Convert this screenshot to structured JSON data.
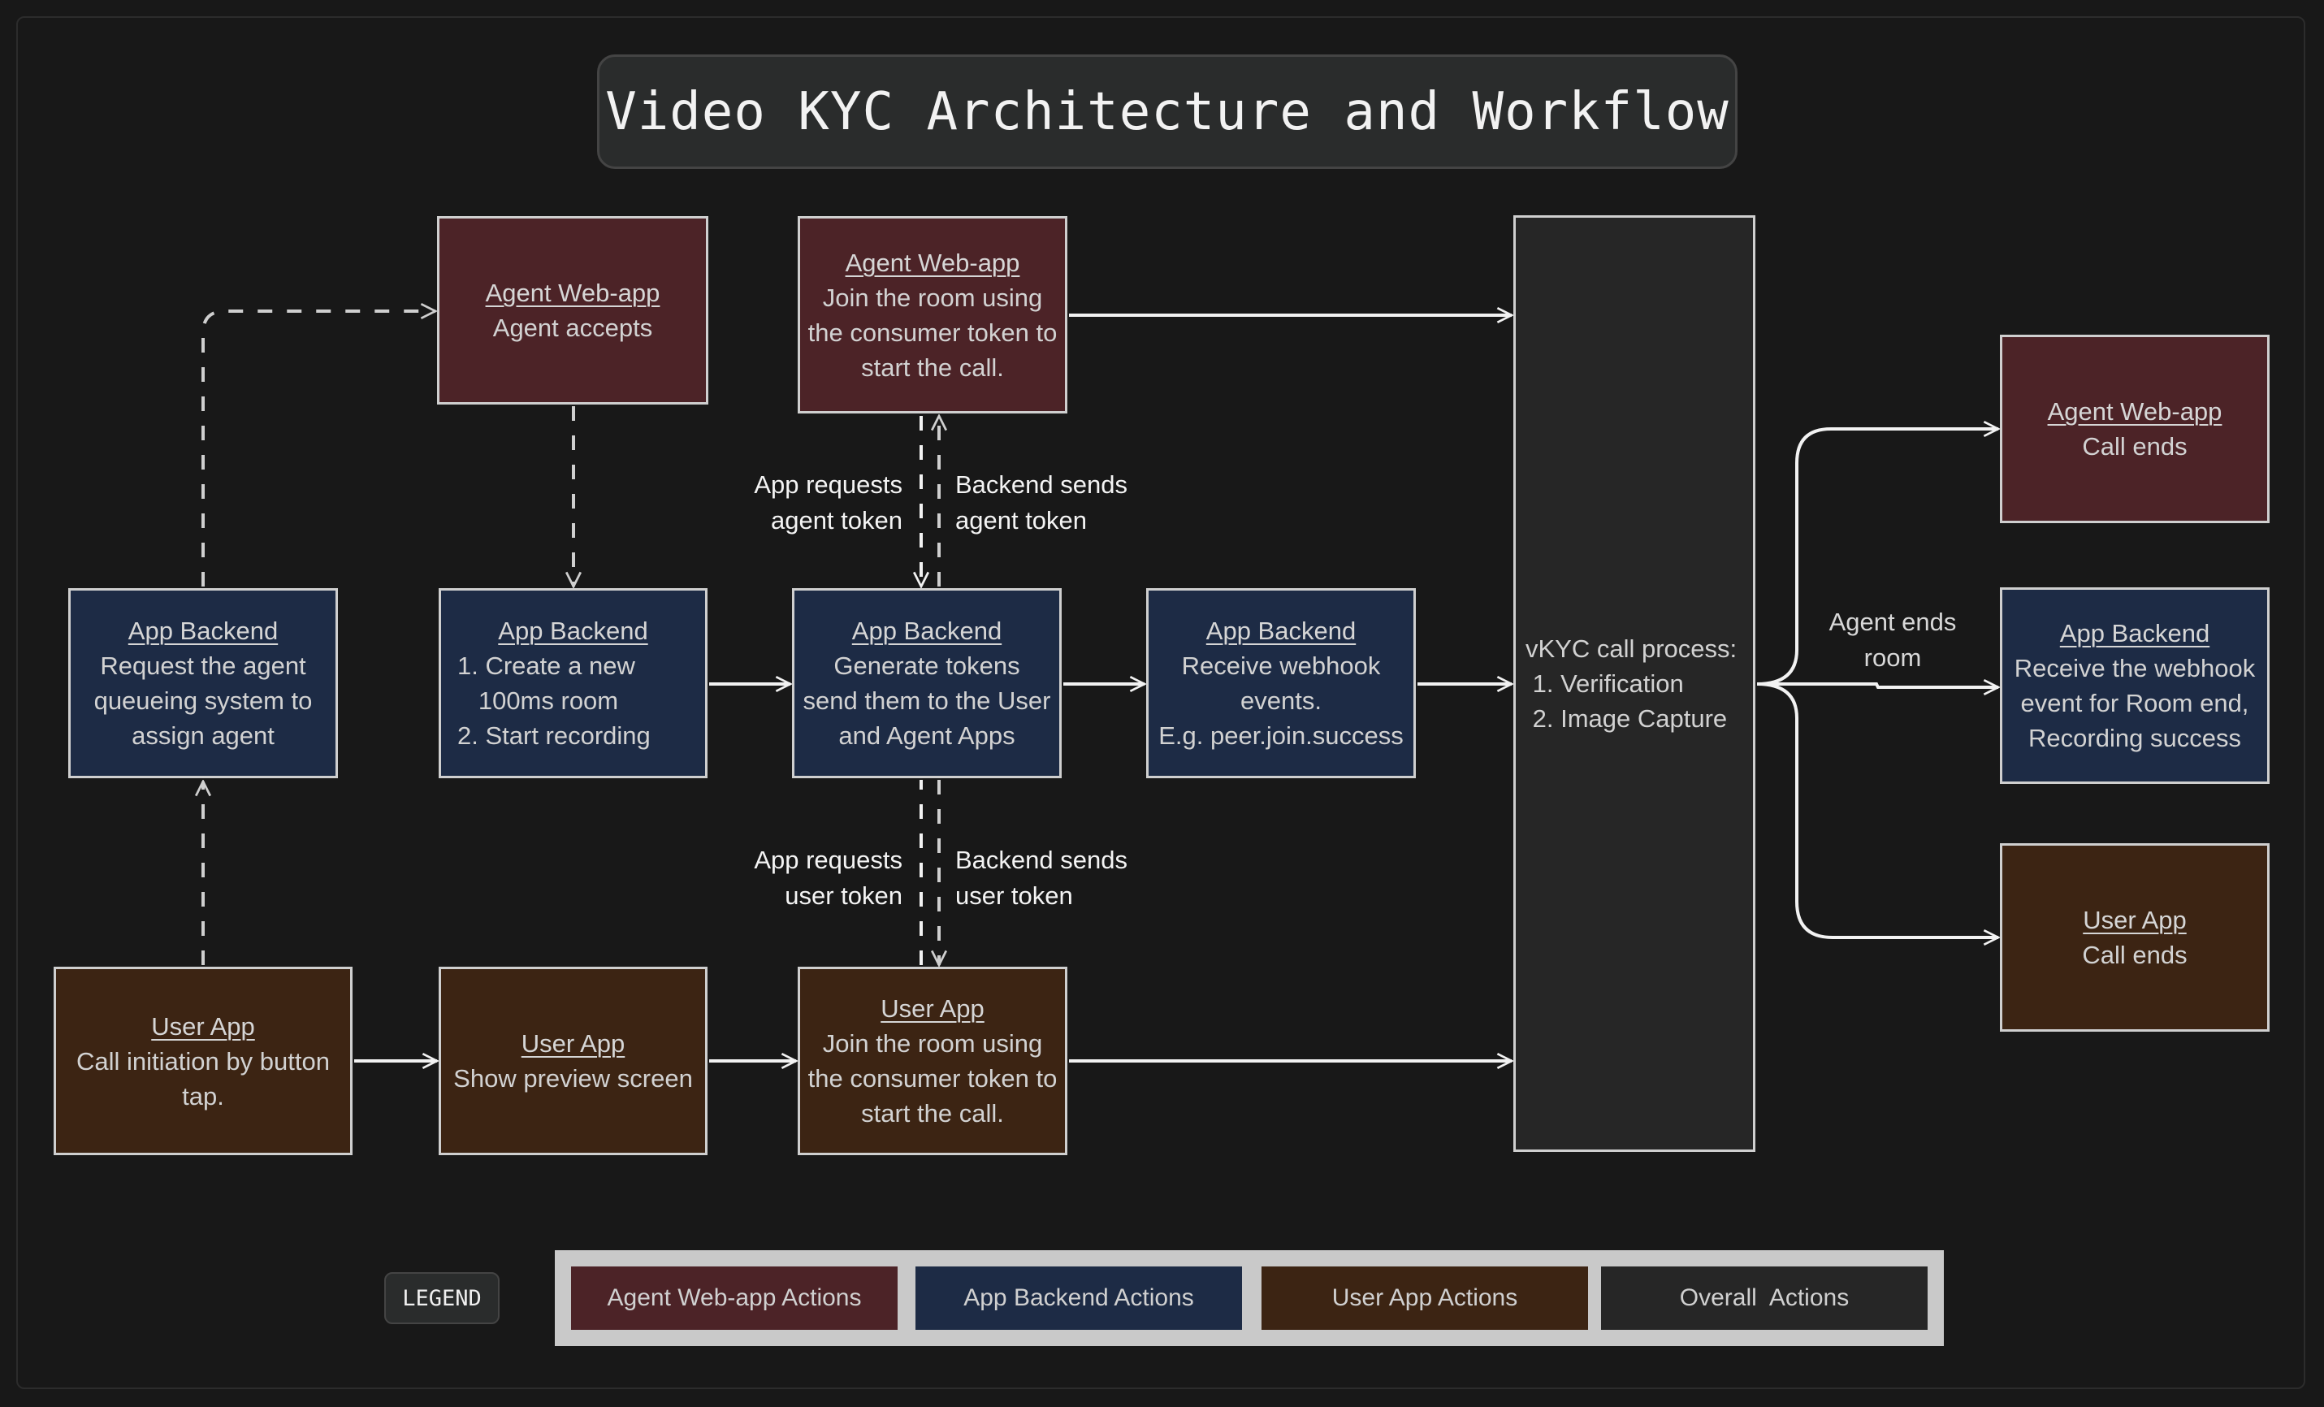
{
  "title": "Video KYC Architecture and Workflow",
  "colors": {
    "background": "#181818",
    "agent_web_app": "#4c2327",
    "app_backend": "#1d2b45",
    "user_app": "#3c2413",
    "overall": "#262626",
    "stroke": "#cfcfcf",
    "legend_frame": "#c9c9c9"
  },
  "nodes": {
    "agent_accepts": {
      "actor": "Agent Web-app",
      "lines": [
        "Agent accepts"
      ]
    },
    "agent_join": {
      "actor": "Agent Web-app",
      "lines": [
        "Join the room using",
        "the consumer token to",
        "start the call."
      ]
    },
    "backend_request_agent": {
      "actor": "App Backend",
      "lines": [
        "Request the agent",
        "queueing system to",
        "assign agent"
      ]
    },
    "backend_create_room": {
      "actor": "App Backend",
      "lines": [
        "1. Create a new",
        "   100ms room",
        "2. Start recording"
      ]
    },
    "backend_generate_tokens": {
      "actor": "App Backend",
      "lines": [
        "Generate tokens",
        "send them to the User",
        "and Agent Apps"
      ]
    },
    "backend_webhook": {
      "actor": "App Backend",
      "lines": [
        "Receive webhook",
        "events.",
        "E.g. peer.join.success"
      ]
    },
    "user_call_init": {
      "actor": "User App",
      "lines": [
        "Call initiation by button",
        "tap."
      ]
    },
    "user_preview": {
      "actor": "User App",
      "lines": [
        "Show preview screen"
      ]
    },
    "user_join": {
      "actor": "User App",
      "lines": [
        "Join the room using",
        "the consumer token to",
        "start the call."
      ]
    },
    "vkyc_process": {
      "lines": [
        "vKYC call process:",
        " 1. Verification",
        " 2. Image Capture"
      ]
    },
    "end_agent": {
      "actor": "Agent Web-app",
      "lines": [
        "Call ends"
      ]
    },
    "end_backend": {
      "actor": "App Backend",
      "lines": [
        "Receive the webhook",
        "event for Room end,",
        "Recording success"
      ]
    },
    "end_user": {
      "actor": "User App",
      "lines": [
        "Call ends"
      ]
    }
  },
  "edge_labels": {
    "agent_token_request": [
      "App requests",
      "agent token"
    ],
    "agent_token_send": [
      "Backend sends",
      "agent token"
    ],
    "user_token_request": [
      "App requests",
      "user token"
    ],
    "user_token_send": [
      "Backend sends",
      "user token"
    ],
    "agent_ends_room": [
      "Agent ends",
      "room"
    ]
  },
  "legend": {
    "tag": "LEGEND",
    "items": [
      {
        "label": "Agent Web-app Actions",
        "color": "#4c2327"
      },
      {
        "label": "App Backend Actions",
        "color": "#1d2b45"
      },
      {
        "label": "User App Actions",
        "color": "#3c2413"
      },
      {
        "label": "Overall  Actions",
        "color": "#262626"
      }
    ]
  }
}
